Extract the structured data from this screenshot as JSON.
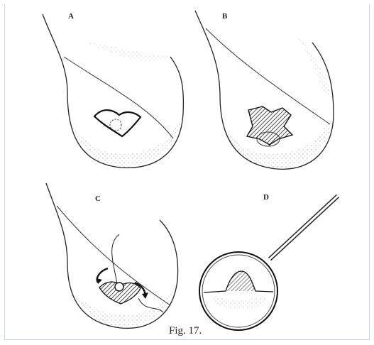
{
  "panels": {
    "a": {
      "label": "A"
    },
    "b": {
      "label": "B"
    },
    "c": {
      "label": "C"
    },
    "d": {
      "label": "D"
    }
  },
  "caption": "Fig. 17."
}
